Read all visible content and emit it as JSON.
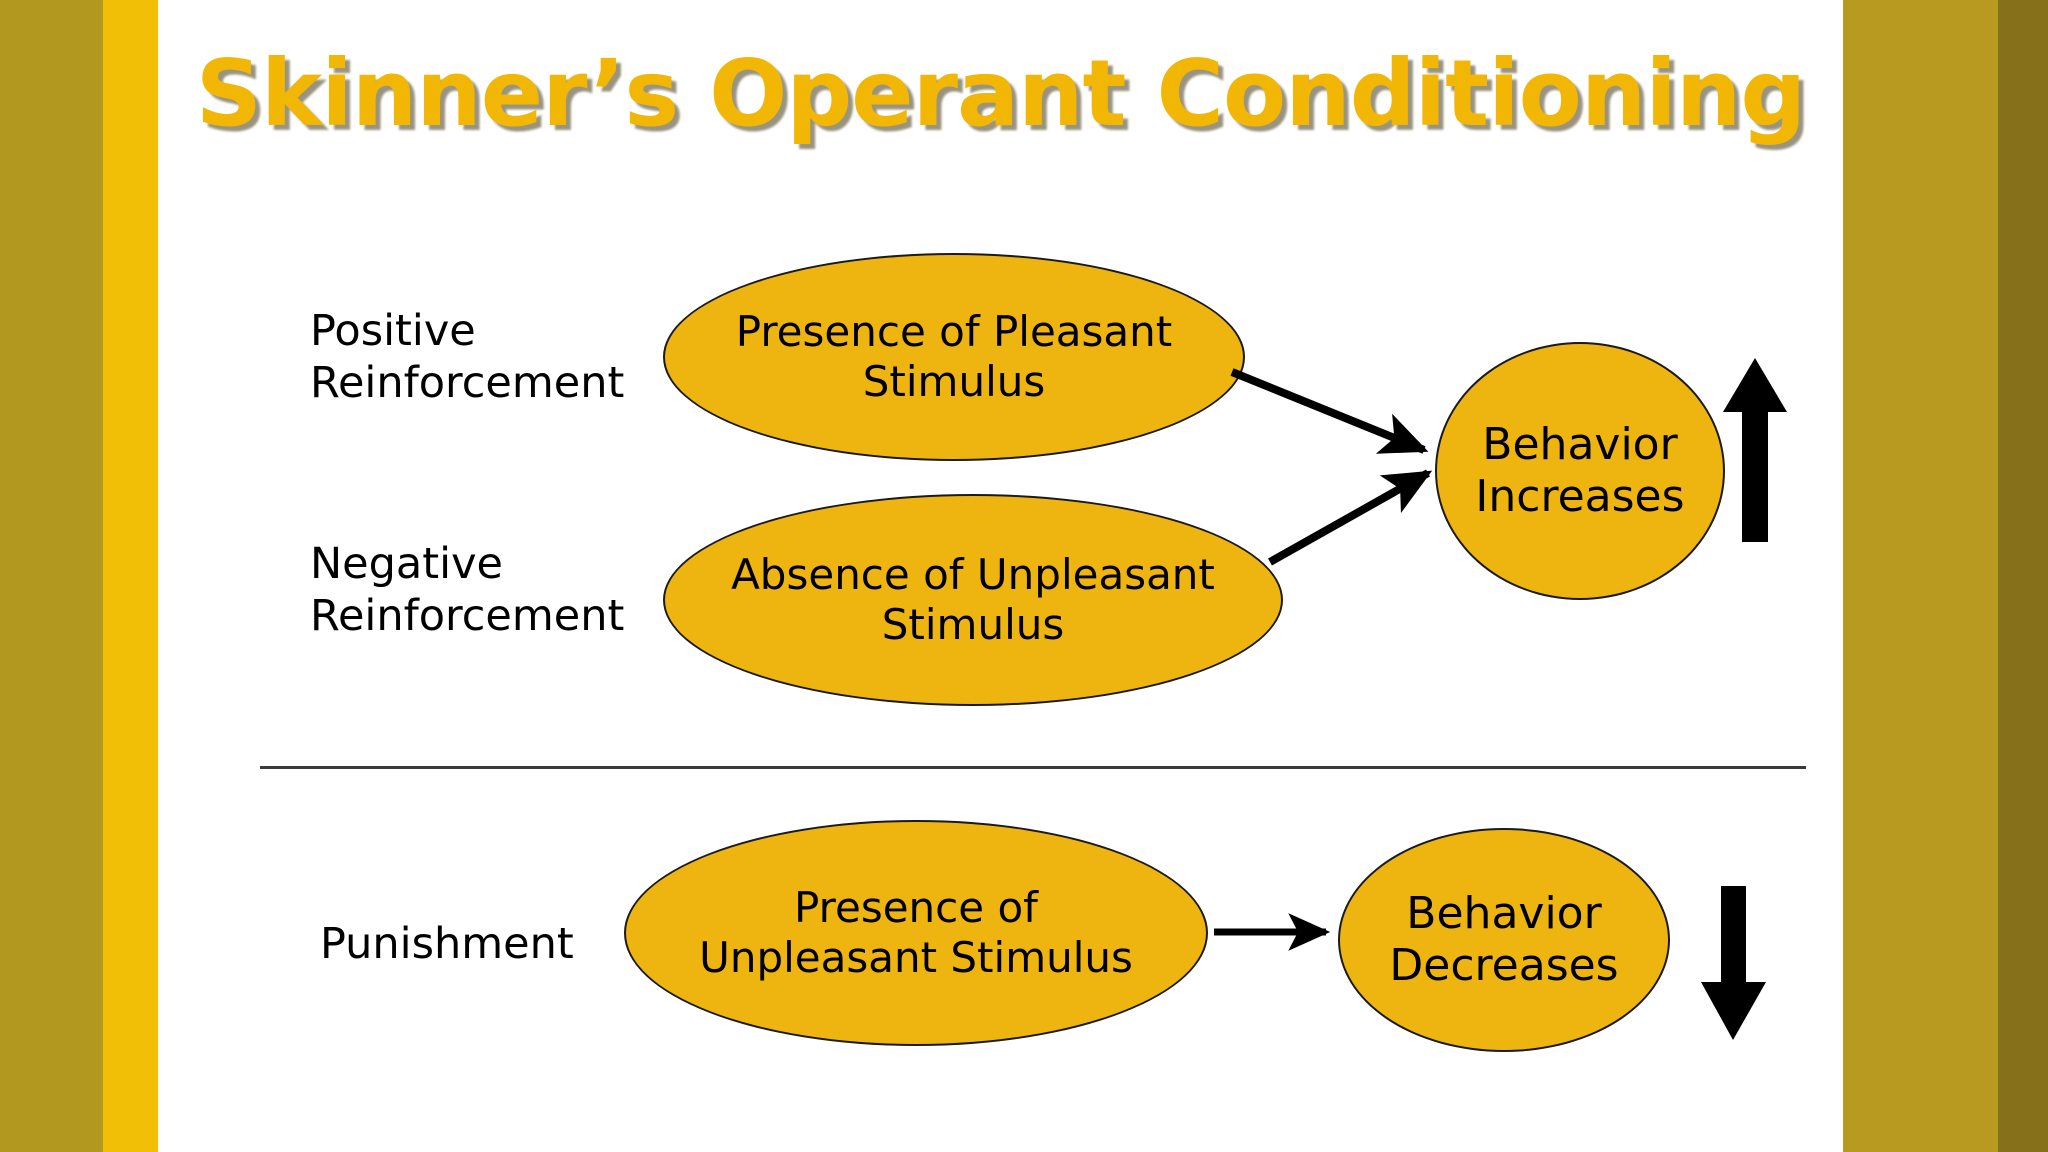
{
  "slide": {
    "title": "Skinner’s Operant Conditioning",
    "title_color": "#f2b705",
    "background_color": "#ffffff",
    "node_fill_color": "#eeb511",
    "node_border_color": "#1a1a1a",
    "band_colors": {
      "left_dark": "#b3981f",
      "left_gold": "#f0bf06",
      "right_gold": "#b89a20",
      "right_dark": "#86701a"
    },
    "divider_color": "#3a3a3a"
  },
  "diagram_data": {
    "type": "flow-diagram",
    "sections": [
      {
        "name": "reinforcement",
        "rows": [
          {
            "label": "Positive\nReinforcement",
            "condition": "Presence of Pleasant\nStimulus",
            "outcome": "Behavior\nIncreases",
            "outcome_indicator": "up-arrow"
          },
          {
            "label": "Negative\nReinforcement",
            "condition": "Absence of Unpleasant\nStimulus",
            "outcome": "Behavior\nIncreases",
            "outcome_indicator": "up-arrow"
          }
        ]
      },
      {
        "name": "punishment",
        "rows": [
          {
            "label": "Punishment",
            "condition": "Presence of\nUnpleasant Stimulus",
            "outcome": "Behavior\nDecreases",
            "outcome_indicator": "down-arrow"
          }
        ]
      }
    ]
  },
  "labels": {
    "positive_reinforcement": "Positive\nReinforcement",
    "negative_reinforcement": "Negative\nReinforcement",
    "punishment": "Punishment"
  },
  "nodes": {
    "presence_pleasant": "Presence of Pleasant\nStimulus",
    "absence_unpleasant": "Absence of Unpleasant\nStimulus",
    "behavior_increases": "Behavior\nIncreases",
    "presence_unpleasant": "Presence of\nUnpleasant Stimulus",
    "behavior_decreases": "Behavior\nDecreases"
  },
  "indicators": {
    "increase_arrow": "up-arrow",
    "decrease_arrow": "down-arrow"
  }
}
